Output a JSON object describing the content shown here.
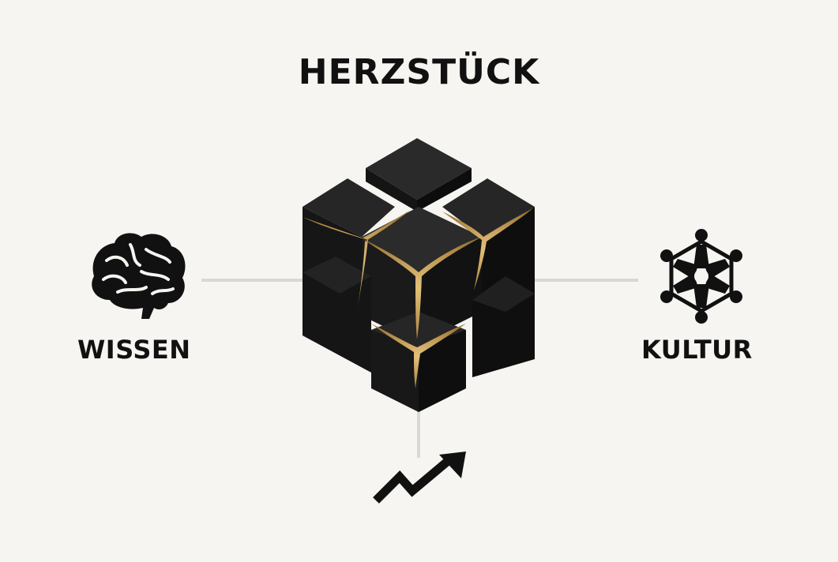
{
  "title": "HERZSTÜCK",
  "left": {
    "label": "WISSEN",
    "icon": "brain-icon"
  },
  "right": {
    "label": "KULTUR",
    "icon": "people-network-icon"
  },
  "bottom": {
    "icon": "trend-up-arrow-icon"
  },
  "center": {
    "icon": "cube-cluster-icon"
  },
  "colors": {
    "background": "#f6f5f1",
    "ink": "#111111",
    "gold": "#b28d45",
    "connector": "#dad8d3"
  }
}
